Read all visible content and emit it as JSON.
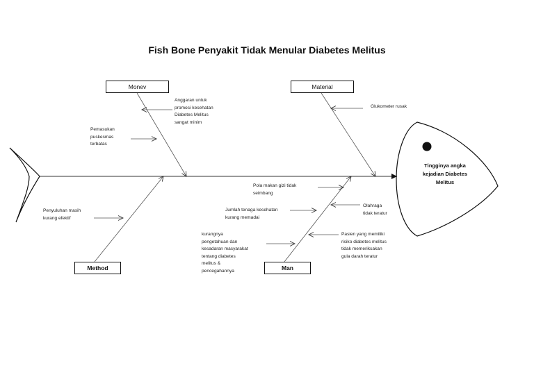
{
  "title": "Fish Bone Penyakit Tidak Menular Diabetes Melitus",
  "head": "Tingginya angka\nkejadian Diabetes\nMelitus",
  "categories": {
    "monev": "Monev",
    "material": "Material",
    "method": "Method",
    "man": "Man"
  },
  "causes": {
    "monev_1": "Anggaran untuk\npromosi kesehatan\nDiabetes Melitus\nsangat minim",
    "monev_2": "Pemasukan\npuskesmas\nterbatas",
    "material_1": "Glukometer rusak",
    "method_1": "Penyuluhan masih\nkurang efektif",
    "man_1": "Pola makan gizi tidak\nseimbang",
    "man_2": "Jumlah tenaga kesehatan\nkurang memadai",
    "man_3": "kurangnya\npengetahuan dan\nkesadaran masyarakat\ntentang diabetes\nmelitus &\npencegahannya",
    "man_4": "Olahraga\ntidak teratur",
    "man_5": "Pasien yang memiliki\nrisiko diabetes melitus\ntidak memeriksakan\ngula darah teratur"
  }
}
